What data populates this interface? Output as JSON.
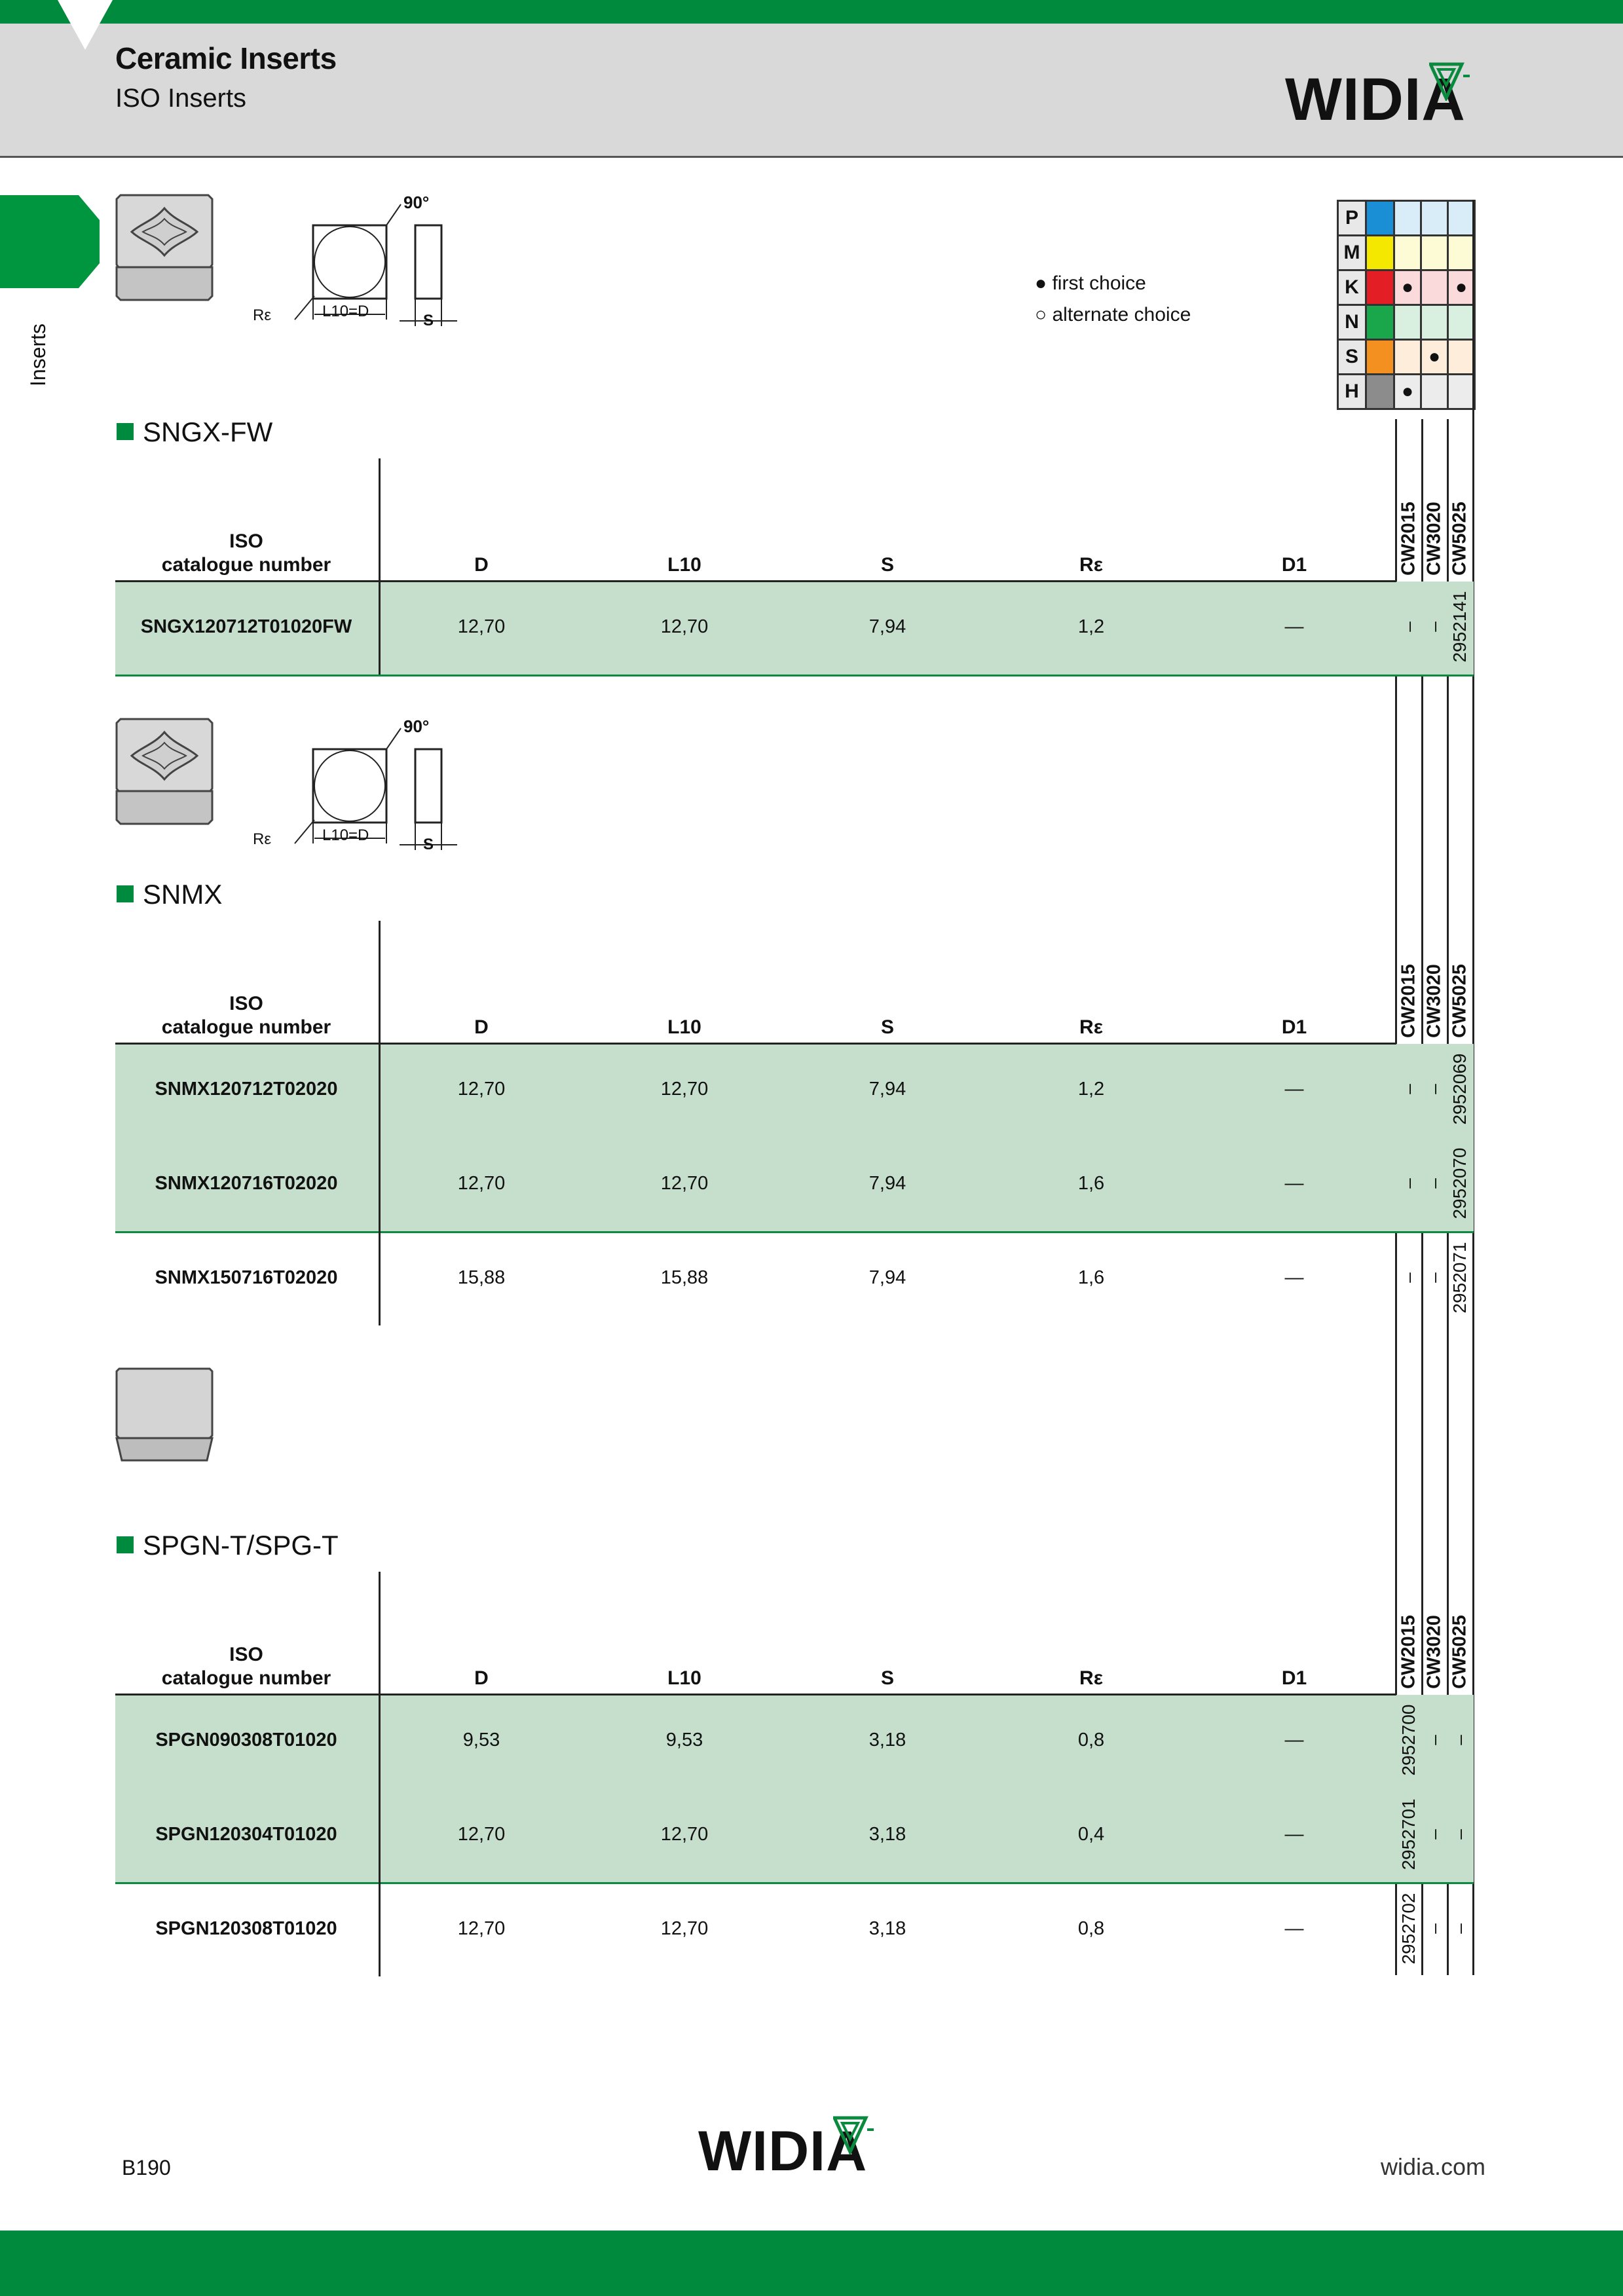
{
  "header": {
    "title": "Ceramic Inserts",
    "subtitle": "ISO Inserts",
    "logo_text": "WIDIA"
  },
  "side_tab": {
    "label": "Inserts"
  },
  "legend": {
    "first_choice": "first choice",
    "alternate_choice": "alternate choice"
  },
  "material_groups": [
    {
      "letter": "P",
      "color": "#1a8fd6",
      "marks": [
        "",
        "",
        ""
      ]
    },
    {
      "letter": "M",
      "color": "#f5e800",
      "marks": [
        "",
        "",
        ""
      ]
    },
    {
      "letter": "K",
      "color": "#e31e24",
      "marks": [
        "●",
        "",
        "●"
      ]
    },
    {
      "letter": "N",
      "color": "#1aa64b",
      "marks": [
        "",
        "",
        ""
      ]
    },
    {
      "letter": "S",
      "color": "#f39020",
      "marks": [
        "",
        "●",
        ""
      ]
    },
    {
      "letter": "H",
      "color": "#8c8c8c",
      "marks": [
        "●",
        "",
        ""
      ]
    }
  ],
  "grades": [
    "CW2015",
    "CW3020",
    "CW5025"
  ],
  "diagram": {
    "angle": "90°",
    "radius": "Rε",
    "l10d": "L10=D",
    "s": "S"
  },
  "columns": {
    "iso_line1": "ISO",
    "iso_line2": "catalogue number",
    "d": "D",
    "l10": "L10",
    "s": "S",
    "re": "Rε",
    "d1": "D1"
  },
  "sections": [
    {
      "title": "SNGX-FW",
      "rows": [
        {
          "iso": "SNGX120712T01020FW",
          "d": "12,70",
          "l10": "12,70",
          "s": "7,94",
          "re": "1,2",
          "d1": "—",
          "cw2015": "–",
          "cw3020": "–",
          "cw5025": "2952141",
          "shade": true
        }
      ]
    },
    {
      "title": "SNMX",
      "rows": [
        {
          "iso": "SNMX120712T02020",
          "d": "12,70",
          "l10": "12,70",
          "s": "7,94",
          "re": "1,2",
          "d1": "—",
          "cw2015": "–",
          "cw3020": "–",
          "cw5025": "2952069",
          "shade": true
        },
        {
          "iso": "SNMX120716T02020",
          "d": "12,70",
          "l10": "12,70",
          "s": "7,94",
          "re": "1,6",
          "d1": "—",
          "cw2015": "–",
          "cw3020": "–",
          "cw5025": "2952070",
          "shade": true
        },
        {
          "iso": "SNMX150716T02020",
          "d": "15,88",
          "l10": "15,88",
          "s": "7,94",
          "re": "1,6",
          "d1": "—",
          "cw2015": "–",
          "cw3020": "–",
          "cw5025": "2952071",
          "shade": false
        }
      ]
    },
    {
      "title": "SPGN-T/SPG-T",
      "rows": [
        {
          "iso": "SPGN090308T01020",
          "d": "9,53",
          "l10": "9,53",
          "s": "3,18",
          "re": "0,8",
          "d1": "—",
          "cw2015": "2952700",
          "cw3020": "–",
          "cw5025": "–",
          "shade": true
        },
        {
          "iso": "SPGN120304T01020",
          "d": "12,70",
          "l10": "12,70",
          "s": "3,18",
          "re": "0,4",
          "d1": "—",
          "cw2015": "2952701",
          "cw3020": "–",
          "cw5025": "–",
          "shade": true
        },
        {
          "iso": "SPGN120308T01020",
          "d": "12,70",
          "l10": "12,70",
          "s": "3,18",
          "re": "0,8",
          "d1": "—",
          "cw2015": "2952702",
          "cw3020": "–",
          "cw5025": "–",
          "shade": false
        }
      ]
    }
  ],
  "footer": {
    "page_number": "B190",
    "logo_text": "WIDIA",
    "website": "widia.com"
  }
}
